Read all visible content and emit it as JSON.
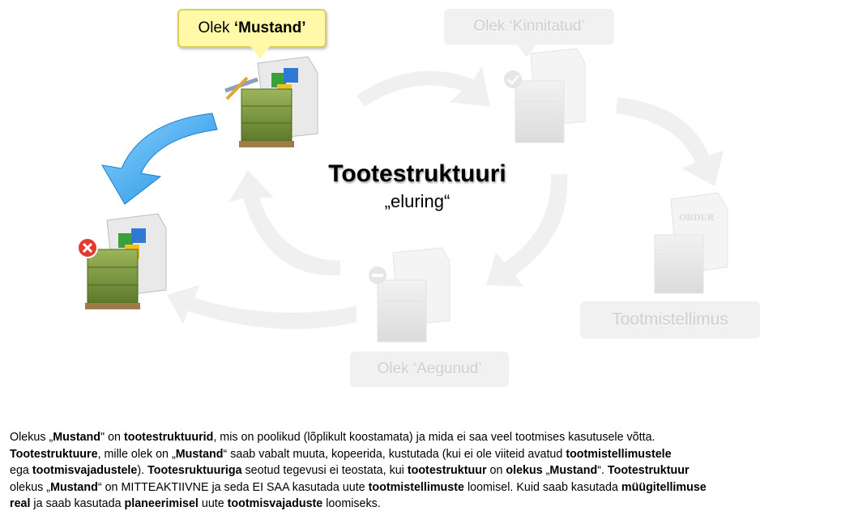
{
  "diagram": {
    "center_title": "Tootestruktuuri",
    "center_subtitle": "„eluring“",
    "callouts": {
      "mustand_prefix": "Olek ",
      "mustand_bold": "‘Mustand’",
      "kinnitatud": "Olek ‘Kinnitatud’",
      "aegunud": "Olek ‘Aegunud’",
      "tootmistellimus": "Tootmistellimus"
    },
    "order_stamp": "ORDER",
    "colors": {
      "active_callout": "#fff9a8",
      "faded_callout": "#f1f1f1",
      "arrow_blue": "#2aa6ee",
      "crate_green": "#7f9a3c"
    }
  },
  "description": [
    [
      [
        "Olekus „",
        0
      ],
      [
        "Mustand",
        1
      ],
      [
        "\" on ",
        0
      ],
      [
        "tootestruktuurid",
        1
      ],
      [
        ", mis on poolikud (lõplikult koostamata) ja mida ei saa veel tootmises kasutusele võtta.",
        0
      ]
    ],
    [
      [
        "Tootestruktuure",
        1
      ],
      [
        ", mille olek on „",
        0
      ],
      [
        "Mustand",
        1
      ],
      [
        "“ saab vabalt muuta, kopeerida, kustutada (kui ei ole viiteid avatud ",
        0
      ],
      [
        "tootmistellimustele",
        1
      ]
    ],
    [
      [
        "ega ",
        0
      ],
      [
        "tootmisvajadustele",
        1
      ],
      [
        ").  ",
        0
      ],
      [
        "Tootesruktuuriga",
        1
      ],
      [
        " seotud tegevusi ei teostata, kui ",
        0
      ],
      [
        "tootestruktuur",
        1
      ],
      [
        " on ",
        0
      ],
      [
        "olekus",
        1
      ],
      [
        " „",
        0
      ],
      [
        "Mustand",
        1
      ],
      [
        "“.  ",
        0
      ],
      [
        "Tootestruktuur",
        1
      ]
    ],
    [
      [
        "olekus „",
        0
      ],
      [
        "Mustand",
        1
      ],
      [
        "“ on MITTEAKTIIVNE ja seda EI SAA kasutada uute ",
        0
      ],
      [
        "tootmistellimuste",
        1
      ],
      [
        " loomisel.  Kuid saab kasutada ",
        0
      ],
      [
        "müügitellimuse",
        1
      ]
    ],
    [
      [
        "real",
        1
      ],
      [
        " ja saab kasutada ",
        0
      ],
      [
        "planeerimisel",
        1
      ],
      [
        " uute ",
        0
      ],
      [
        "tootmisvajaduste",
        1
      ],
      [
        " loomiseks.",
        0
      ]
    ]
  ]
}
